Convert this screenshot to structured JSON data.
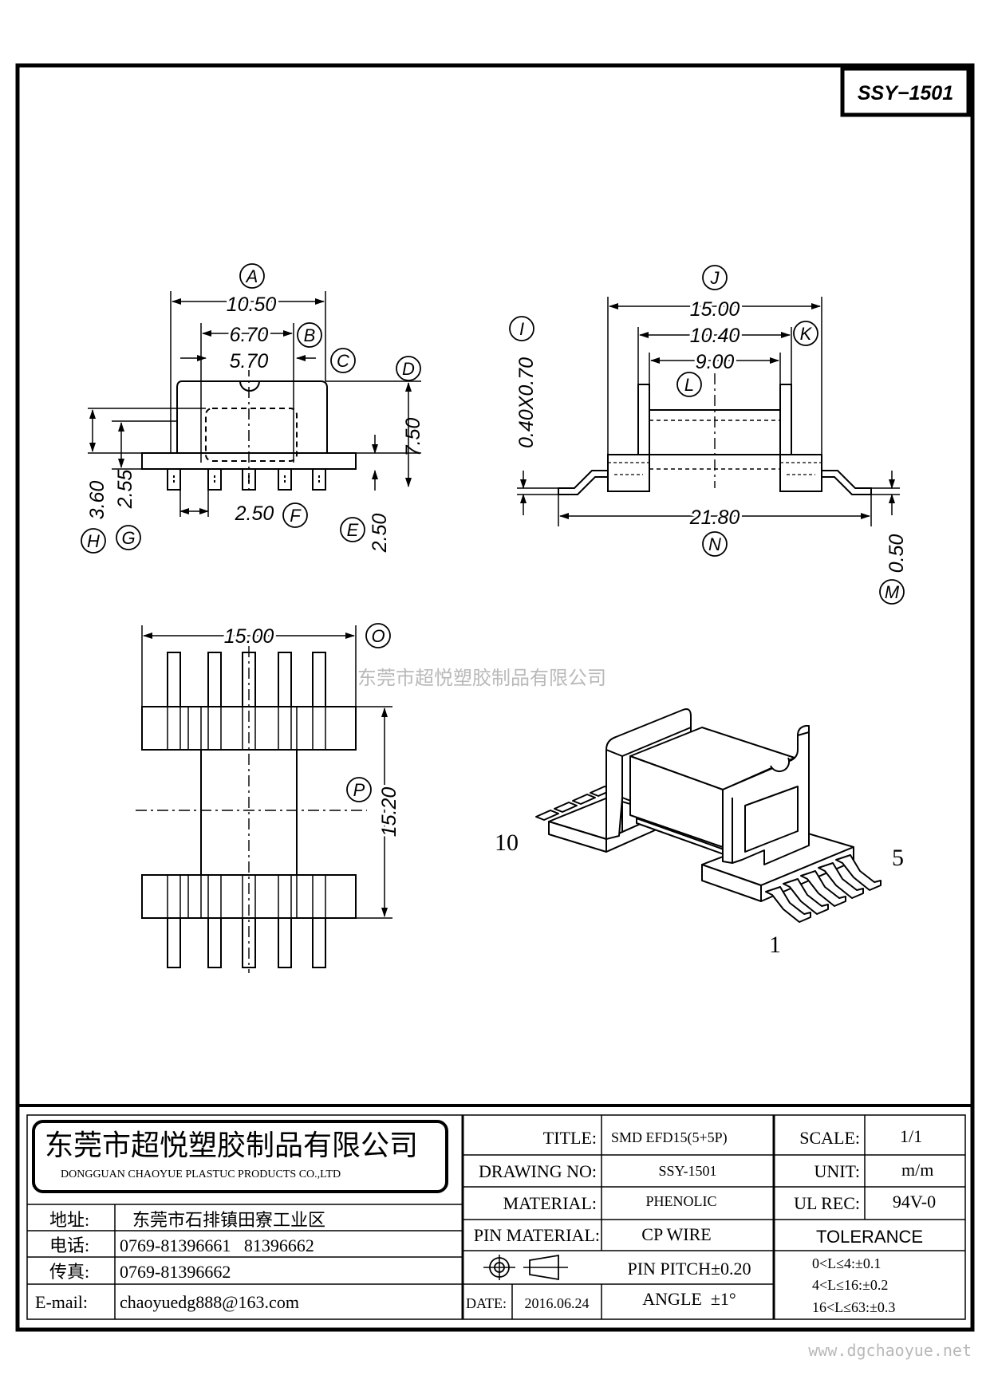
{
  "part_code": "SSY−1501",
  "watermark": "东莞市超悦塑胶制品有限公司",
  "website": "www.dgchaoyue.net",
  "top_view": {
    "dim_a": "10.50",
    "label_a": "A",
    "dim_b": "6.70",
    "label_b": "B",
    "dim_c": "5.70",
    "label_c": "C",
    "label_d": "D",
    "dim_d": "7.50",
    "dim_e": "2.50",
    "label_e": "E",
    "dim_f": "2.50",
    "label_f": "F",
    "dim_g": "2.55",
    "label_g": "G",
    "dim_h": "3.60",
    "label_h": "H"
  },
  "side_view": {
    "dim_i": "0.40X0.70",
    "label_i": "I",
    "dim_j": "15.00",
    "label_j": "J",
    "dim_k": "10.40",
    "label_k": "K",
    "dim_l": "9.00",
    "label_l": "L",
    "dim_m": "0.50",
    "label_m": "M",
    "dim_n": "21.80",
    "label_n": "N"
  },
  "bottom_view": {
    "dim_o": "15.00",
    "label_o": "O",
    "dim_p": "15.20",
    "label_p": "P"
  },
  "iso_view": {
    "pin_10": "10",
    "pin_5": "5",
    "pin_1": "1"
  },
  "title_block": {
    "company_cn": "东莞市超悦塑胶制品有限公司",
    "company_en": "DONGGUAN CHAOYUE PLASTUC PRODUCTS CO.,LTD",
    "address_label": "地址:",
    "address": "东莞市石排镇田寮工业区",
    "phone_label": "电话:",
    "phone": "0769-81396661   81396662",
    "fax_label": "传真:",
    "fax": "0769-81396662",
    "email_label": "E-mail:",
    "email": "chaoyuedg888@163.com",
    "title_label": "TITLE:",
    "title": "SMD EFD15(5+5P)",
    "drawing_no_label": "DRAWING NO:",
    "drawing_no": "SSY-1501",
    "material_label": "MATERIAL:",
    "material": "PHENOLIC",
    "pin_material_label": "PIN MATERIAL:",
    "pin_material": "CP WIRE",
    "pin_pitch": "PIN PITCH±0.20",
    "date_label": "DATE:",
    "date": "2016.06.24",
    "angle": "ANGLE  ±1°",
    "scale_label": "SCALE:",
    "scale": "1/1",
    "unit_label": "UNIT:",
    "unit": "m/m",
    "ul_label": "UL REC:",
    "ul": "94V-0",
    "tolerance_label": "TOLERANCE",
    "tol_1": "0<L≤4:±0.1",
    "tol_2": "4<L≤16:±0.2",
    "tol_3": "16<L≤63:±0.3"
  }
}
